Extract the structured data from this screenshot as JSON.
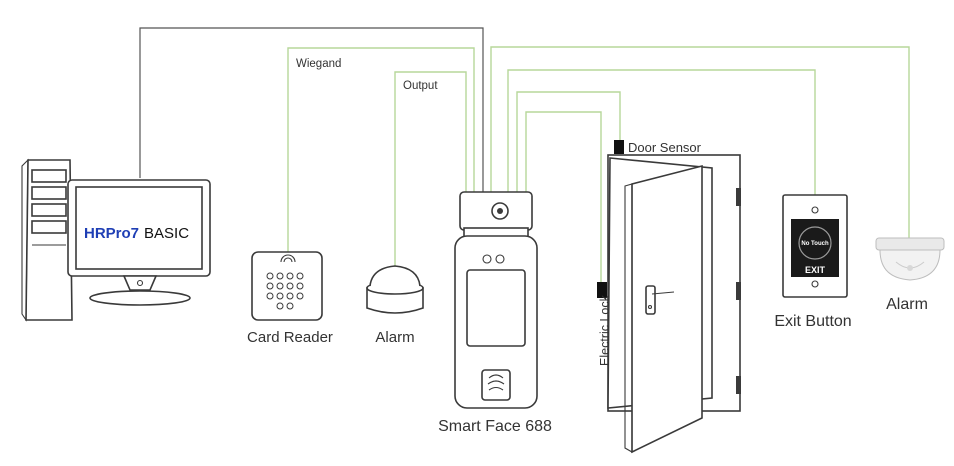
{
  "software": {
    "brand": "HRPro7",
    "edition": "BASIC"
  },
  "wires": {
    "wiegand": "Wiegand",
    "output": "Output"
  },
  "devices": {
    "card_reader": "Card Reader",
    "alarm_left": "Alarm",
    "main_device": "Smart Face 688",
    "door_sensor": "Door Sensor",
    "electric_lock": "Electric Lock",
    "exit_button": "Exit Button",
    "exit_plate_brand": "No Touch",
    "exit_plate_text": "EXIT",
    "alarm_right": "Alarm"
  },
  "colors": {
    "brand_blue": "#1f3fb5",
    "wire_green": "#b7d79a",
    "wire_dark": "#555555"
  }
}
